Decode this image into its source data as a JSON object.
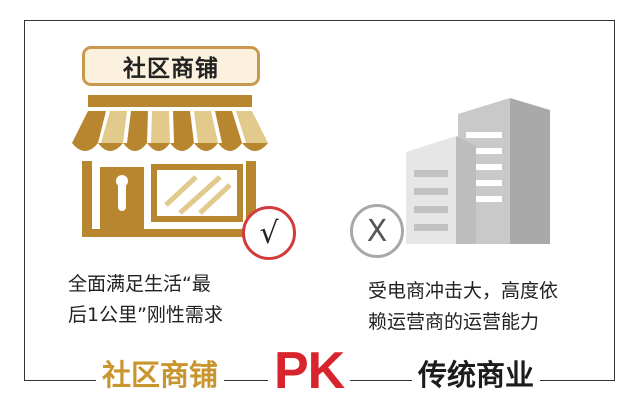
{
  "store_label": "社区商铺",
  "left_desc": {
    "line1": "全面满足生活“最",
    "line2": "后1公里”刚性需求"
  },
  "right_desc": {
    "line1": "受电商冲击大，高度依",
    "line2": "赖运营商的运营能力"
  },
  "check_mark": "√",
  "x_mark": "X",
  "bottom": {
    "left": "社区商铺",
    "center": "PK",
    "right": "传统商业"
  },
  "colors": {
    "gold": "#b8862f",
    "red": "#d8252d",
    "gray": "#a8a8a8"
  }
}
